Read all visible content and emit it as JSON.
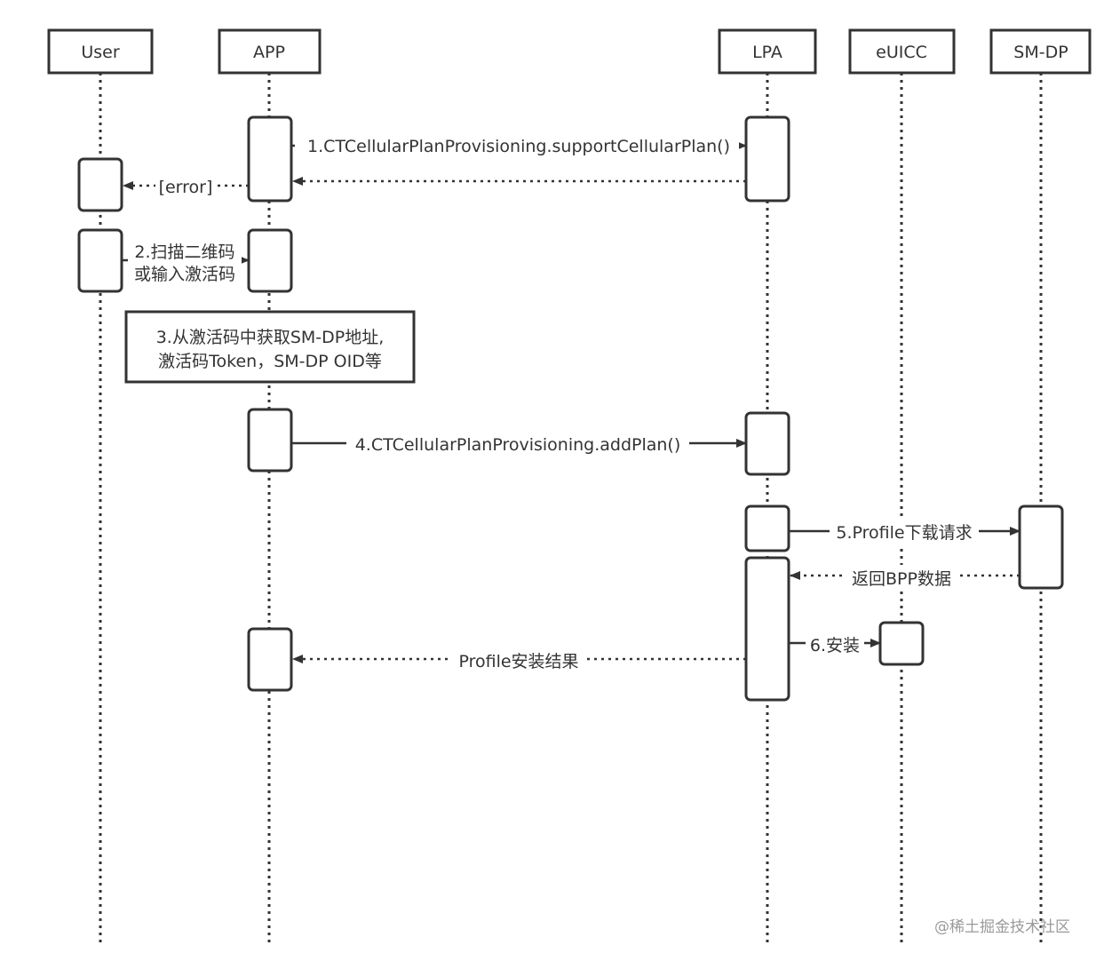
{
  "actors": [
    {
      "id": "user",
      "label": "User"
    },
    {
      "id": "app",
      "label": "APP"
    },
    {
      "id": "lpa",
      "label": "LPA"
    },
    {
      "id": "euicc",
      "label": "eUICC"
    },
    {
      "id": "smdp",
      "label": "SM-DP"
    }
  ],
  "messages": [
    {
      "id": "support-plan",
      "from": "app",
      "to": "lpa",
      "label": "1.CTCellularPlanProvisioning.supportCellularPlan()",
      "style": "solid"
    },
    {
      "id": "support-plan-return",
      "from": "lpa",
      "to": "app",
      "label": "",
      "style": "dashed"
    },
    {
      "id": "error",
      "from": "app",
      "to": "user",
      "label": "[error]",
      "style": "dashed"
    },
    {
      "id": "scan-code",
      "from": "user",
      "to": "app",
      "label": [
        "2.扫描二维码",
        "或输入激活码"
      ],
      "style": "solid"
    },
    {
      "id": "add-plan",
      "from": "app",
      "to": "lpa",
      "label": "4.CTCellularPlanProvisioning.addPlan()",
      "style": "solid"
    },
    {
      "id": "profile-download",
      "from": "lpa",
      "to": "smdp",
      "label": "5.Profile下载请求",
      "style": "solid"
    },
    {
      "id": "bpp-return",
      "from": "smdp",
      "to": "lpa",
      "label": "返回BPP数据",
      "style": "dashed"
    },
    {
      "id": "install",
      "from": "lpa",
      "to": "euicc",
      "label": "6.安装",
      "style": "solid"
    },
    {
      "id": "install-result",
      "from": "lpa",
      "to": "app",
      "label": "Profile安装结果",
      "style": "dashed"
    }
  ],
  "note": {
    "lines": [
      "3.从激活码中获取SM-DP地址,",
      "激活码Token，SM-DP OID等"
    ]
  },
  "watermark": "@稀土掘金技术社区"
}
